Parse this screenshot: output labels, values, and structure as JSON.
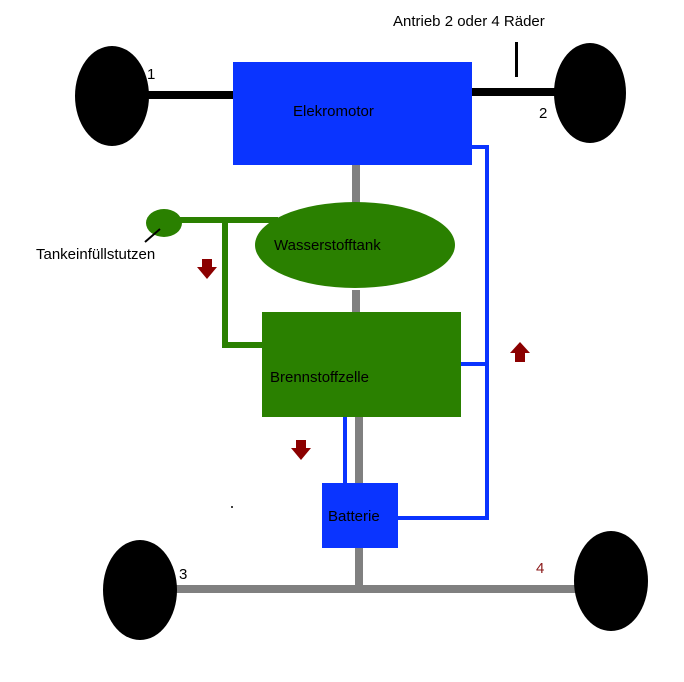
{
  "drive_note": "Antrieb 2 oder 4 Räder",
  "components": {
    "motor": "Elekromotor",
    "tank": "Wasserstofftank",
    "fuel_cell": "Brennstoffzelle",
    "battery": "Batterie",
    "filler": "Tankeinfüllstutzen"
  },
  "wheels": {
    "w1": "1",
    "w2": "2",
    "w3": "3",
    "w4": "4"
  },
  "colors": {
    "motor_blue": "#0a34ff",
    "battery_blue": "#0a34ff",
    "hydrogen_green": "#2a8000",
    "gray_shaft": "#808080",
    "wheel_black": "#000000",
    "arrow_red": "#8b0000",
    "wheel4_label": "#8b1a1a"
  }
}
